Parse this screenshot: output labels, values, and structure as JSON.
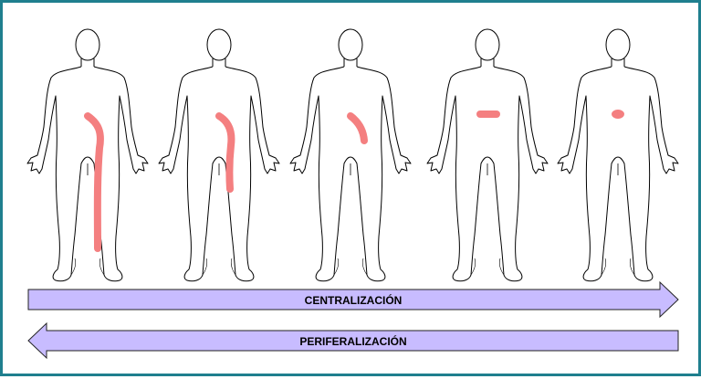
{
  "figure": {
    "border_color": "#1f7f8e",
    "pain_color": "#f47f80",
    "arrow_fill": "#c8bcff",
    "arrow_stroke": "#222222"
  },
  "figures": [
    {
      "id": "figure-1",
      "pain": "leg-full"
    },
    {
      "id": "figure-2",
      "pain": "thigh"
    },
    {
      "id": "figure-3",
      "pain": "buttock"
    },
    {
      "id": "figure-4",
      "pain": "lumbar-band"
    },
    {
      "id": "figure-5",
      "pain": "lumbar-spot"
    }
  ],
  "arrows": {
    "centralization": {
      "label": "CENTRALIZACIÓN",
      "direction": "right"
    },
    "peripheralization": {
      "label": "PERIFERALIZACIÓN",
      "direction": "left"
    }
  }
}
